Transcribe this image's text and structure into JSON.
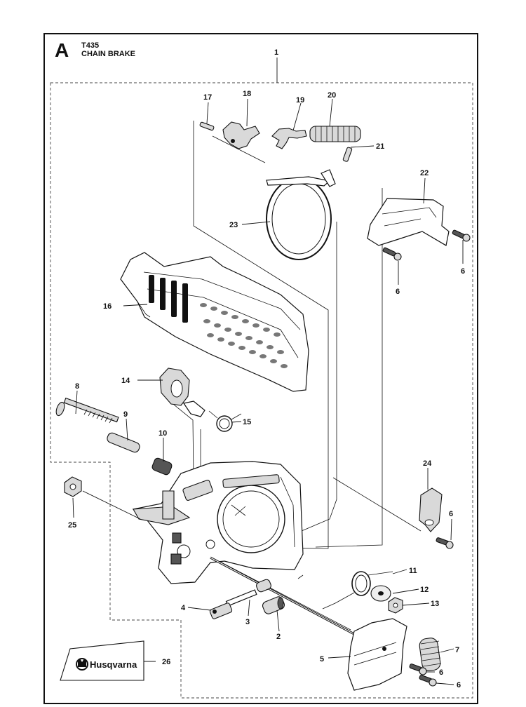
{
  "header": {
    "section_letter": "A",
    "model": "T435",
    "title": "CHAIN BRAKE"
  },
  "logo": {
    "brand_text": "Husqvarna"
  },
  "callouts": {
    "p1": "1",
    "p2": "2",
    "p3": "3",
    "p4": "4",
    "p5": "5",
    "p6a": "6",
    "p6b": "6",
    "p6c": "6",
    "p6d": "6",
    "p6e": "6",
    "p7": "7",
    "p8": "8",
    "p9": "9",
    "p10": "10",
    "p11": "11",
    "p12": "12",
    "p13": "13",
    "p14": "14",
    "p15": "15",
    "p16": "16",
    "p17": "17",
    "p18": "18",
    "p19": "19",
    "p20": "20",
    "p21": "21",
    "p22": "22",
    "p23": "23",
    "p24": "24",
    "p25": "25",
    "p26": "26"
  }
}
